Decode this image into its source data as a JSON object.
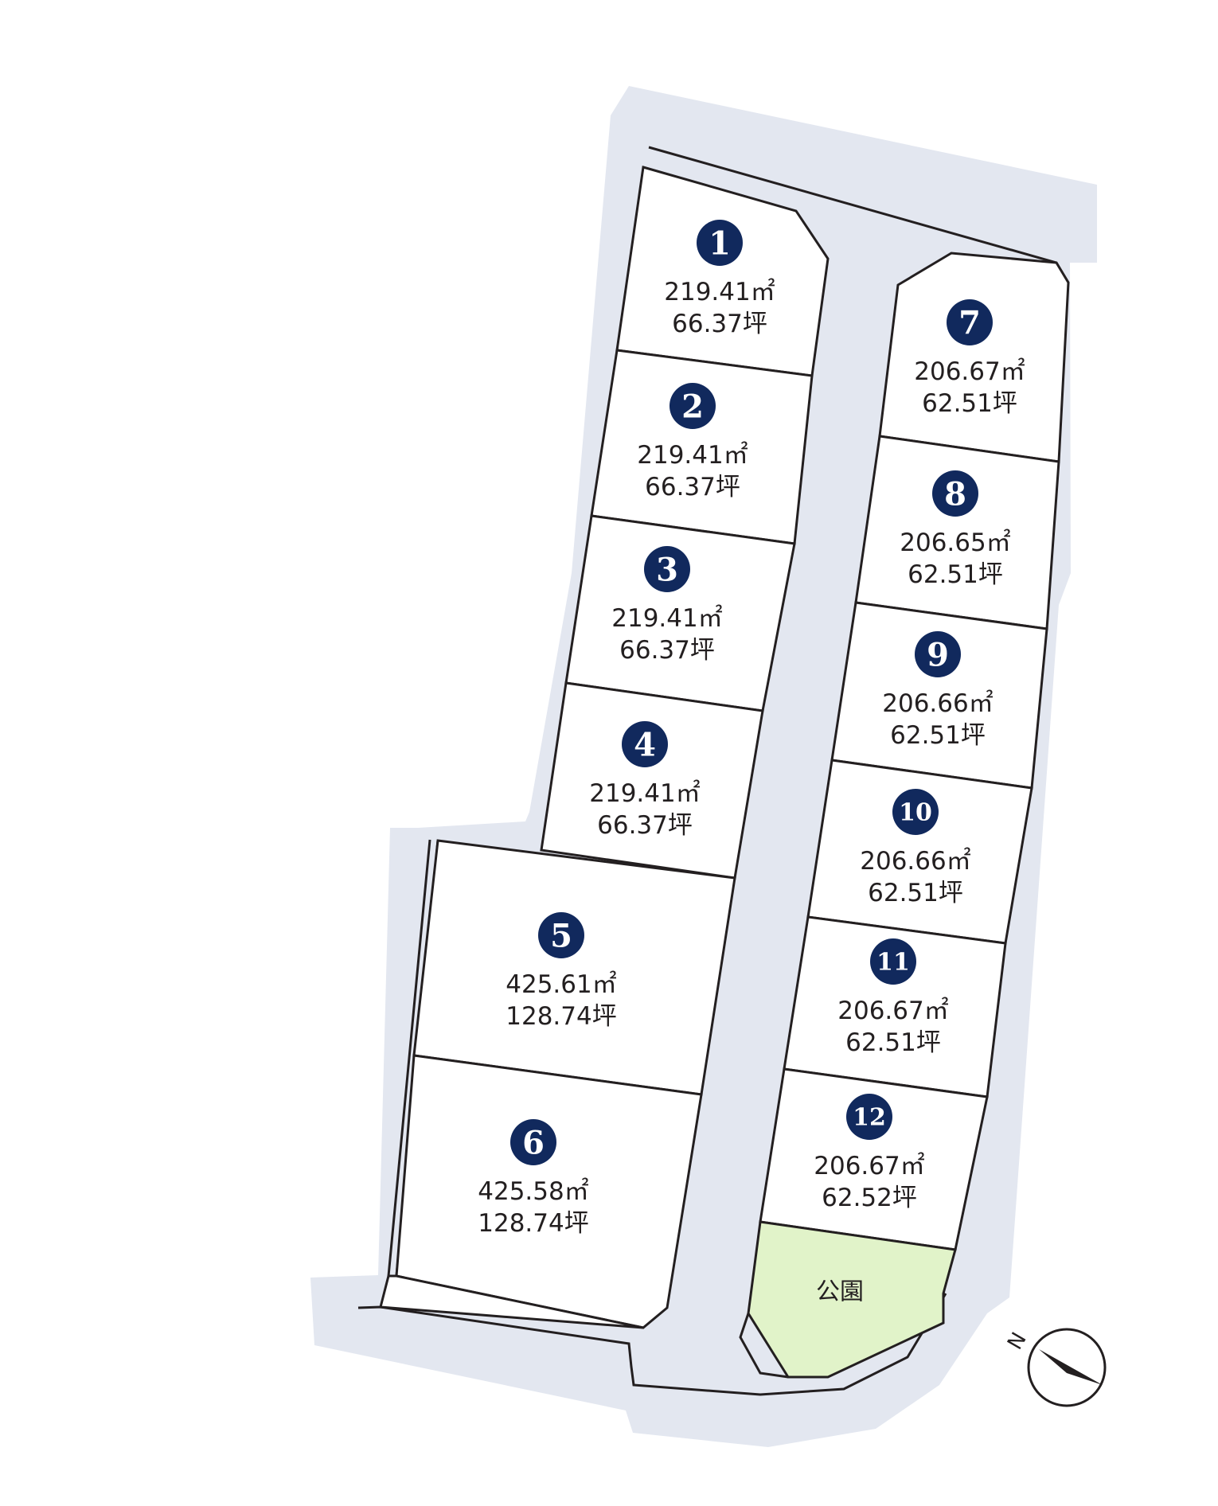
{
  "lots": [
    {
      "number": "1",
      "sqm": "219.41㎡",
      "tsubo": "66.37坪"
    },
    {
      "number": "2",
      "sqm": "219.41㎡",
      "tsubo": "66.37坪"
    },
    {
      "number": "3",
      "sqm": "219.41㎡",
      "tsubo": "66.37坪"
    },
    {
      "number": "4",
      "sqm": "219.41㎡",
      "tsubo": "66.37坪"
    },
    {
      "number": "5",
      "sqm": "425.61㎡",
      "tsubo": "128.74坪"
    },
    {
      "number": "6",
      "sqm": "425.58㎡",
      "tsubo": "128.74坪"
    },
    {
      "number": "7",
      "sqm": "206.67㎡",
      "tsubo": "62.51坪"
    },
    {
      "number": "8",
      "sqm": "206.65㎡",
      "tsubo": "62.51坪"
    },
    {
      "number": "9",
      "sqm": "206.66㎡",
      "tsubo": "62.51坪"
    },
    {
      "number": "10",
      "sqm": "206.66㎡",
      "tsubo": "62.51坪"
    },
    {
      "number": "11",
      "sqm": "206.67㎡",
      "tsubo": "62.51坪"
    },
    {
      "number": "12",
      "sqm": "206.67㎡",
      "tsubo": "62.52坪"
    }
  ],
  "park": {
    "label": "公園"
  },
  "compass": {
    "north_label": "N",
    "icon": "north-arrow-icon"
  },
  "colors": {
    "road": "#e3e7f0",
    "park": "#e1f3c9",
    "badge": "#11295d",
    "line": "#231f20"
  }
}
